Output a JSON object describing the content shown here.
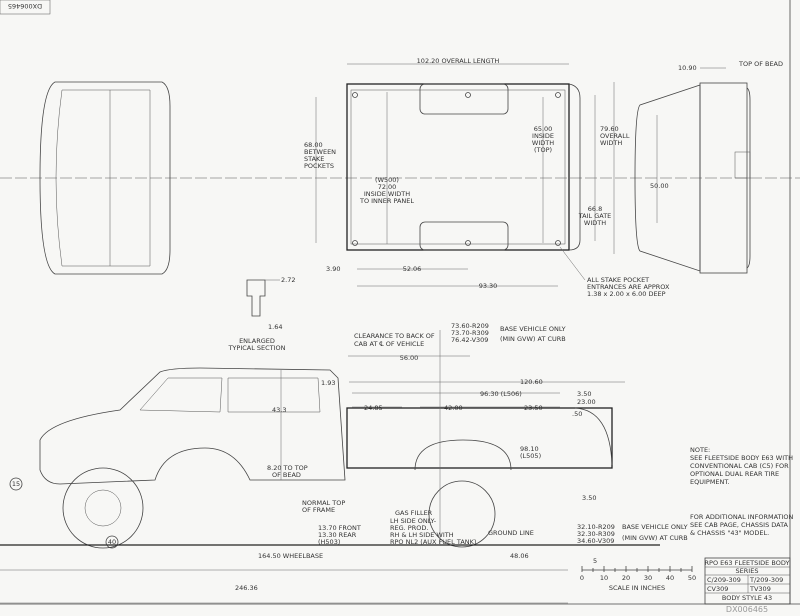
{
  "drawing_number": "DX006465",
  "top_view": {
    "overall_length": "102.20 OVERALL LENGTH",
    "between_stake_pockets": [
      "68.00",
      "BETWEEN",
      "STAKE",
      "POCKETS"
    ],
    "inside_width_inner": [
      "(W500)",
      "72.00",
      "INSIDE WIDTH",
      "TO INNER PANEL"
    ],
    "inside_width_top": [
      "65.00",
      "INSIDE",
      "WIDTH",
      "(TOP)"
    ],
    "overall_width": [
      "79.60",
      "OVERALL",
      "WIDTH"
    ],
    "tail_gate_width": [
      "66.8",
      "TAIL GATE",
      "WIDTH"
    ],
    "dim_3_90": "3.90",
    "dim_52_06": "52.06",
    "dim_93_30": "93.30",
    "stake_pocket_note": [
      "ALL STAKE POCKET",
      "ENTRANCES ARE APPROX",
      "1.38 x 2.00 x 6.00 DEEP"
    ]
  },
  "rear_view": {
    "dim_10_90": "10.90",
    "top_of_bead": "TOP OF BEAD",
    "dim_50_00": "50.00"
  },
  "section": {
    "dim_2_72": "2.72",
    "dim_1_64": "1.64",
    "label": [
      "ENLARGED",
      "TYPICAL SECTION"
    ]
  },
  "side_view": {
    "clearance_note": [
      "CLEARANCE TO BACK OF",
      "CAB AT ℄ OF VEHICLE"
    ],
    "height_values": [
      "73.60-R209",
      "73.70-R309",
      "76.42-V309"
    ],
    "base_vehicle": [
      "BASE VEHICLE ONLY",
      "(MIN GVW) AT CURB"
    ],
    "dim_56_00": "56.00",
    "dim_1_93": "1.93",
    "dim_120_60": "120.60",
    "dim_96_30": "96.30 (L506)",
    "dim_3_50_top": "3.50",
    "dim_23_00": "23.00",
    "dim_24_85": "24.85",
    "dim_42_00": "42.00",
    "dim_23_50": "23.50",
    "dim_50": ".50",
    "dim_43_3": "43.3",
    "dim_98_10": [
      "98.10",
      "(L505)"
    ],
    "top_of_bead": [
      "8.20 TO TOP",
      "OF BEAD"
    ],
    "circle_15": "15",
    "circle_40": "40",
    "normal_top_frame": [
      "NORMAL TOP",
      "OF FRAME"
    ],
    "gas_filler": [
      "GAS FILLER",
      "LH SIDE ONLY-",
      "REG. PROD.",
      "RH & LH SIDE WITH",
      "RPO NL2 (AUX FUEL TANK)"
    ],
    "ground_line": "GROUND LINE",
    "front_rear": [
      "13.70 FRONT",
      "13.30 REAR",
      "(H503)"
    ],
    "dim_3_50_low": "3.50",
    "ground_values": [
      "32.10-R209",
      "32.30-R309",
      "34.60-V309"
    ],
    "base_vehicle_low": [
      "BASE VEHICLE ONLY",
      "(MIN GVW) AT CURB"
    ],
    "wheelbase": "164.50 WHEELBASE",
    "dim_48_06": "48.06",
    "dim_246_36": "246.36"
  },
  "notes": {
    "note1": [
      "NOTE:",
      "SEE FLEETSIDE BODY E63 WITH",
      "CONVENTIONAL CAB (C5) FOR",
      "OPTIONAL DUAL REAR TIRE",
      "EQUIPMENT."
    ],
    "note2": [
      "FOR ADDITIONAL INFORMATION",
      "SEE CAB PAGE, CHASSIS DATA",
      "& CHASSIS \"43\" MODEL."
    ]
  },
  "scale": {
    "ticks": [
      "0",
      "10",
      "20",
      "30",
      "40",
      "50"
    ],
    "minor": "5",
    "label": "SCALE IN INCHES"
  },
  "title_block": {
    "title": "RPO E63 FLEETSIDE BODY",
    "series": "SERIES",
    "c1": "C/209-309",
    "t1": "T/209-309",
    "c2": "CV309",
    "t2": "TV309",
    "body_style": "BODY STYLE 43",
    "number": "DX006465"
  }
}
